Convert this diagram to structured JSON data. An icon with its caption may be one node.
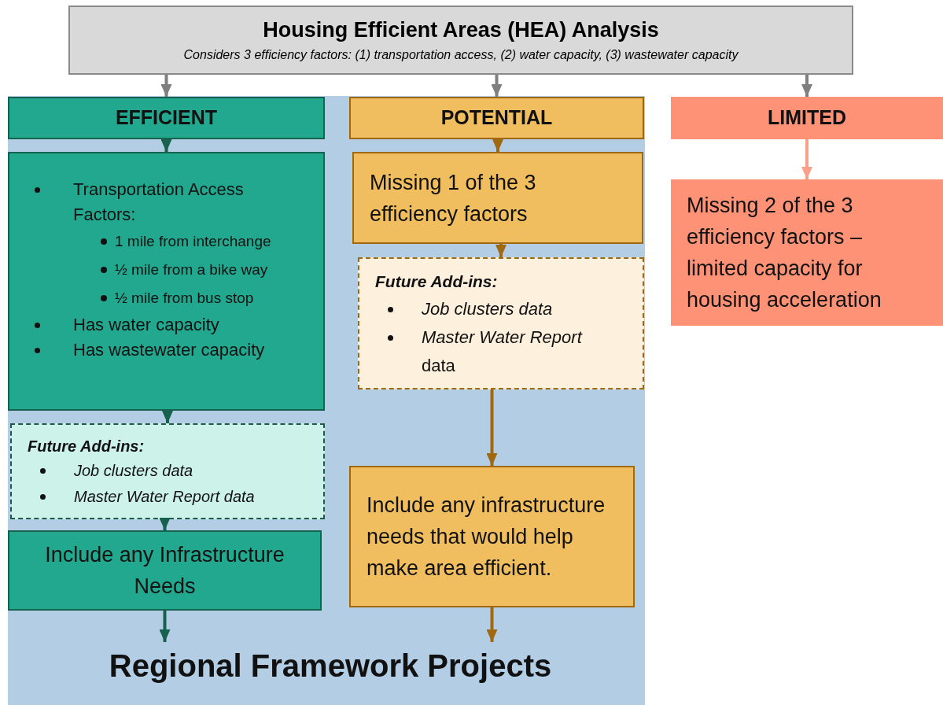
{
  "diagram": {
    "nodes": [
      {
        "text": [
          "Housing Efficient Areas (HEA) Analysis",
          "Considers 3 efficiency factors: (1) transportation access, (2) water capacity, (3) wastewater capacity"
        ]
      },
      {
        "text": [],
        "shape": "box"
      },
      {
        "text": [
          "EFFICIENT"
        ],
        "in": 1
      },
      {
        "text": [
          "Transportation Access Factors:",
          "1 mile from interchange",
          "½ mile from a bike way",
          "½ mile from bus stop",
          "Has water capacity",
          "Has wastewater capacity"
        ],
        "in": 1
      },
      {
        "text": [
          "Future Add-ins:",
          "Job clusters data",
          "Master Water Report data"
        ],
        "in": 1
      },
      {
        "text": [
          "Include any Infrastructure Needs"
        ],
        "in": 1
      },
      {
        "text": [
          "POTENTIAL"
        ],
        "in": 1
      },
      {
        "text": [
          "Missing 1 of the 3 efficiency factors"
        ],
        "in": 1
      },
      {
        "text": [
          "Future Add-ins:",
          "Job clusters data",
          "*Master Water Report* data"
        ],
        "in": 1
      },
      {
        "text": [
          "Include any infrastructure needs that would help make area efficient."
        ],
        "in": 1
      },
      {
        "text": [
          "Regional Framework Projects"
        ],
        "in": 1
      },
      {
        "text": [
          "LIMITED"
        ]
      },
      {
        "text": [
          "Missing 2 of the 3 efficiency factors – limited capacity for housing acceleration"
        ]
      }
    ],
    "edges": [
      {
        "from": 0,
        "to": 2,
        "arrow": "to",
        "color": "#7f7f7f"
      },
      {
        "from": 0,
        "to": 6,
        "arrow": "to",
        "color": "#7f7f7f"
      },
      {
        "from": 0,
        "to": 11,
        "arrow": "to",
        "color": "#7f7f7f"
      },
      {
        "from": 2,
        "to": 3,
        "arrow": "to",
        "color": "#17614f"
      },
      {
        "from": 3,
        "to": 4,
        "arrow": "to",
        "color": "#17614f"
      },
      {
        "from": 4,
        "to": 5,
        "arrow": "to",
        "color": "#17614f"
      },
      {
        "from": 5,
        "to": 10,
        "arrow": "to",
        "color": "#17614f"
      },
      {
        "from": 6,
        "to": 7,
        "arrow": "to",
        "color": "#a0690f"
      },
      {
        "from": 7,
        "to": 8,
        "arrow": "to",
        "color": "#a0690f"
      },
      {
        "from": 8,
        "to": 9,
        "arrow": "to",
        "color": "#a0690f"
      },
      {
        "from": 9,
        "to": 10,
        "arrow": "to",
        "color": "#a0690f"
      },
      {
        "from": 11,
        "to": 12,
        "arrow": "to",
        "color": "#f8a089"
      }
    ]
  }
}
